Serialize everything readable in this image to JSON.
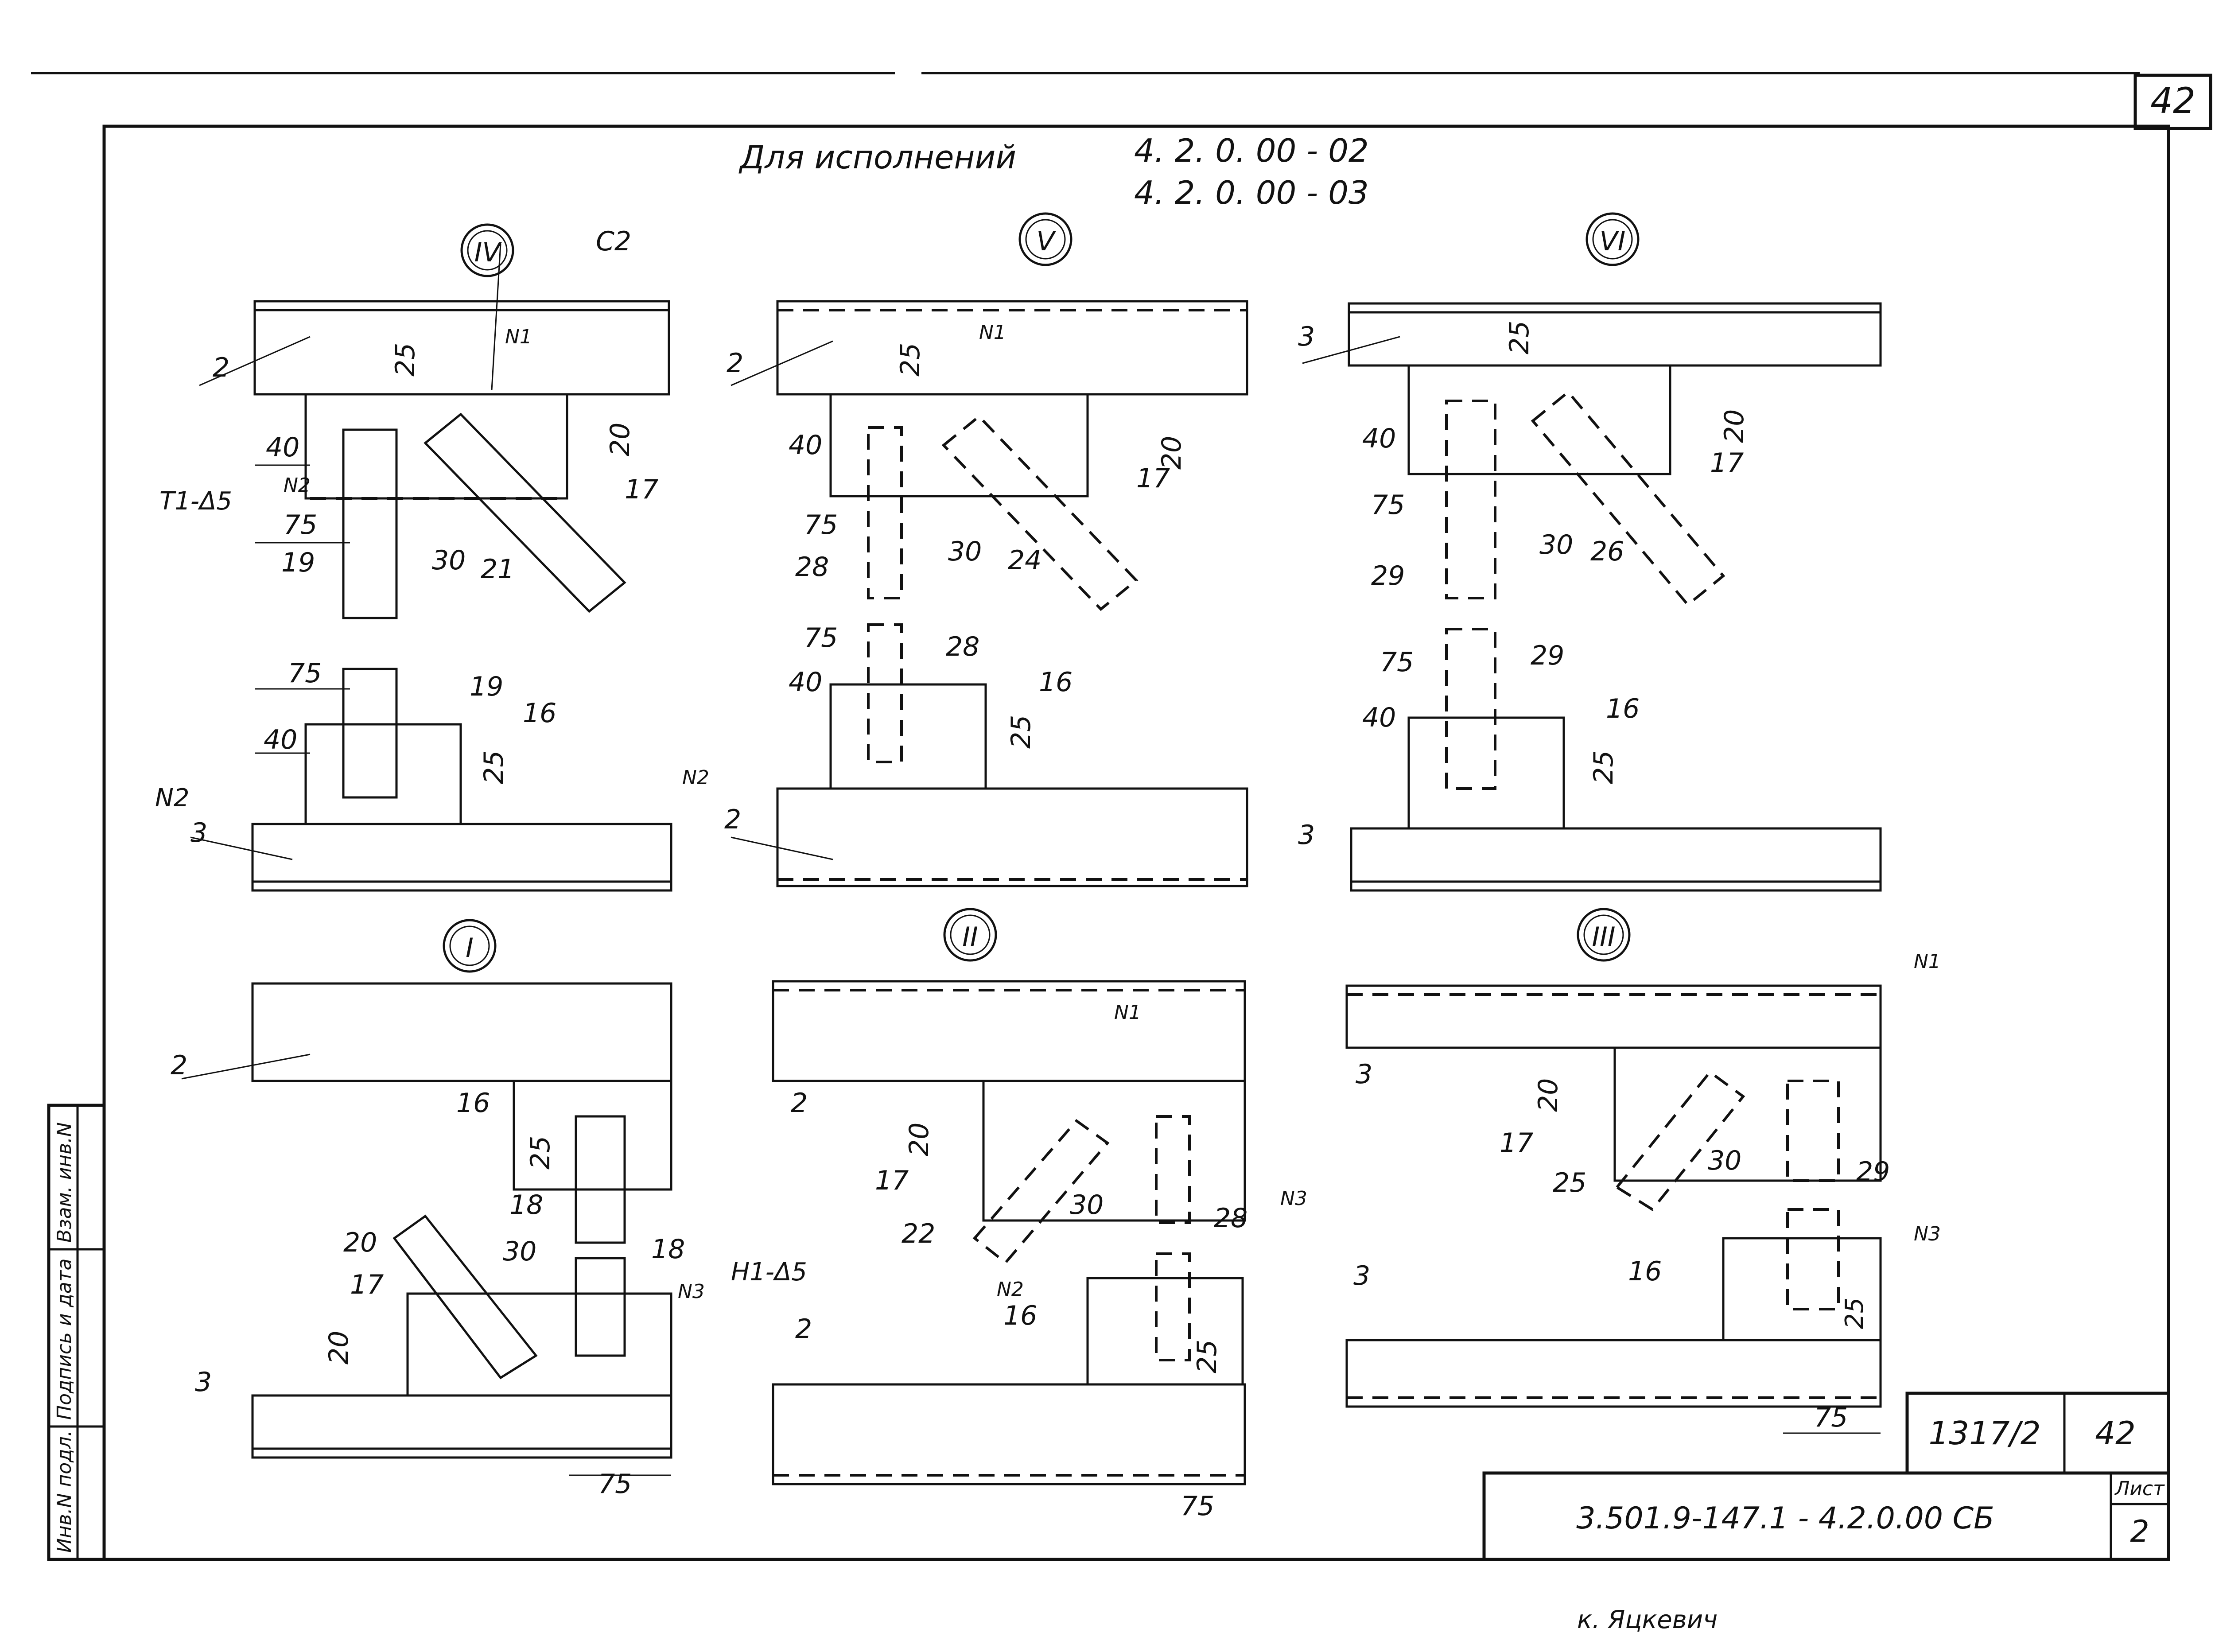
{
  "sheet": {
    "corner_page": "42",
    "header_line1_label": "Для исполнений",
    "header_line1_code": "4. 2. 0. 00 - 02",
    "header_line2_code": "4. 2. 0. 00 - 03",
    "bottom_scribble": "к. Яцкевич"
  },
  "side_stamp": {
    "cells": [
      "Инв.N подл.",
      "Подпись и дата",
      "Взам. инв.N"
    ]
  },
  "title_block": {
    "number": "1317/2",
    "page": "42",
    "designation": "3.501.9-147.1 - 4.2.0.00 СБ",
    "sheet_label": "Лист",
    "sheet_no": "2"
  },
  "nodes": {
    "IV": {
      "marker": "IV",
      "labels": [
        "С2",
        "N1",
        "2",
        "25",
        "20",
        "40",
        "N2",
        "Т1-Δ5",
        "17",
        "75",
        "19",
        "30",
        "21",
        "75",
        "19",
        "40",
        "16",
        "25",
        "N2",
        "3"
      ]
    },
    "V": {
      "marker": "V",
      "labels": [
        "N1",
        "2",
        "25",
        "40",
        "20",
        "17",
        "75",
        "28",
        "30",
        "24",
        "75",
        "28",
        "40",
        "16",
        "25",
        "N2",
        "2"
      ]
    },
    "VI": {
      "marker": "VI",
      "labels": [
        "3",
        "25",
        "40",
        "20",
        "17",
        "75",
        "30",
        "29",
        "26",
        "75",
        "29",
        "40",
        "16",
        "25",
        "3"
      ]
    },
    "I": {
      "marker": "I",
      "labels": [
        "2",
        "16",
        "25",
        "18",
        "20",
        "30",
        "18",
        "Н1-Δ5",
        "N3",
        "17",
        "20",
        "3",
        "75"
      ]
    },
    "II": {
      "marker": "II",
      "labels": [
        "N1",
        "2",
        "20",
        "17",
        "30",
        "N3",
        "22",
        "28",
        "N2",
        "16",
        "2",
        "25",
        "75"
      ]
    },
    "III": {
      "marker": "III",
      "labels": [
        "N1",
        "3",
        "20",
        "17",
        "30",
        "29",
        "25",
        "N3",
        "16",
        "3",
        "25",
        "75"
      ]
    }
  }
}
